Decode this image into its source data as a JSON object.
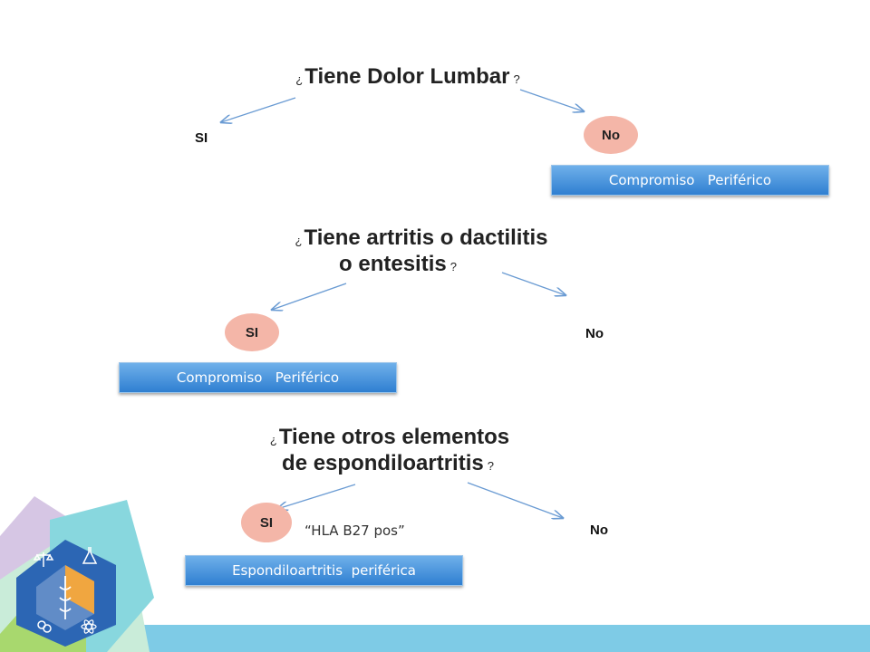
{
  "questions": {
    "q1": {
      "open": "¿",
      "text": "Tiene Dolor Lumbar",
      "close": "?"
    },
    "q2": {
      "open": "¿",
      "line1": "Tiene artritis o dactilitis",
      "line2": "o entesitis",
      "close": "?"
    },
    "q3": {
      "open": "¿",
      "line1": "Tiene otros elementos",
      "line2": "de espondiloartritis",
      "close": "?"
    }
  },
  "answers": {
    "q1_yes": "SI",
    "q1_no": "No",
    "q2_yes": "SI",
    "q2_no": "No",
    "q3_yes": "SI",
    "q3_no": "No"
  },
  "boxes": {
    "q1_no_result": "Compromiso   Periférico",
    "q2_yes_result": "Compromiso   Periférico",
    "q3_yes_result": "Espondiloartritis  periférica"
  },
  "notes": {
    "hla": "“HLA B27 pos”"
  },
  "colors": {
    "box_gradient_top": "#6fb0ea",
    "box_gradient_bottom": "#2f7fd1",
    "bubble": "#f4b6a8",
    "arrow": "#6a9bd3",
    "footer_bar": "#7ecbe6"
  },
  "logo": {
    "icons": [
      "balance-scale-icon",
      "flask-icon",
      "caduceus-icon",
      "link-icon",
      "atom-icon"
    ]
  }
}
